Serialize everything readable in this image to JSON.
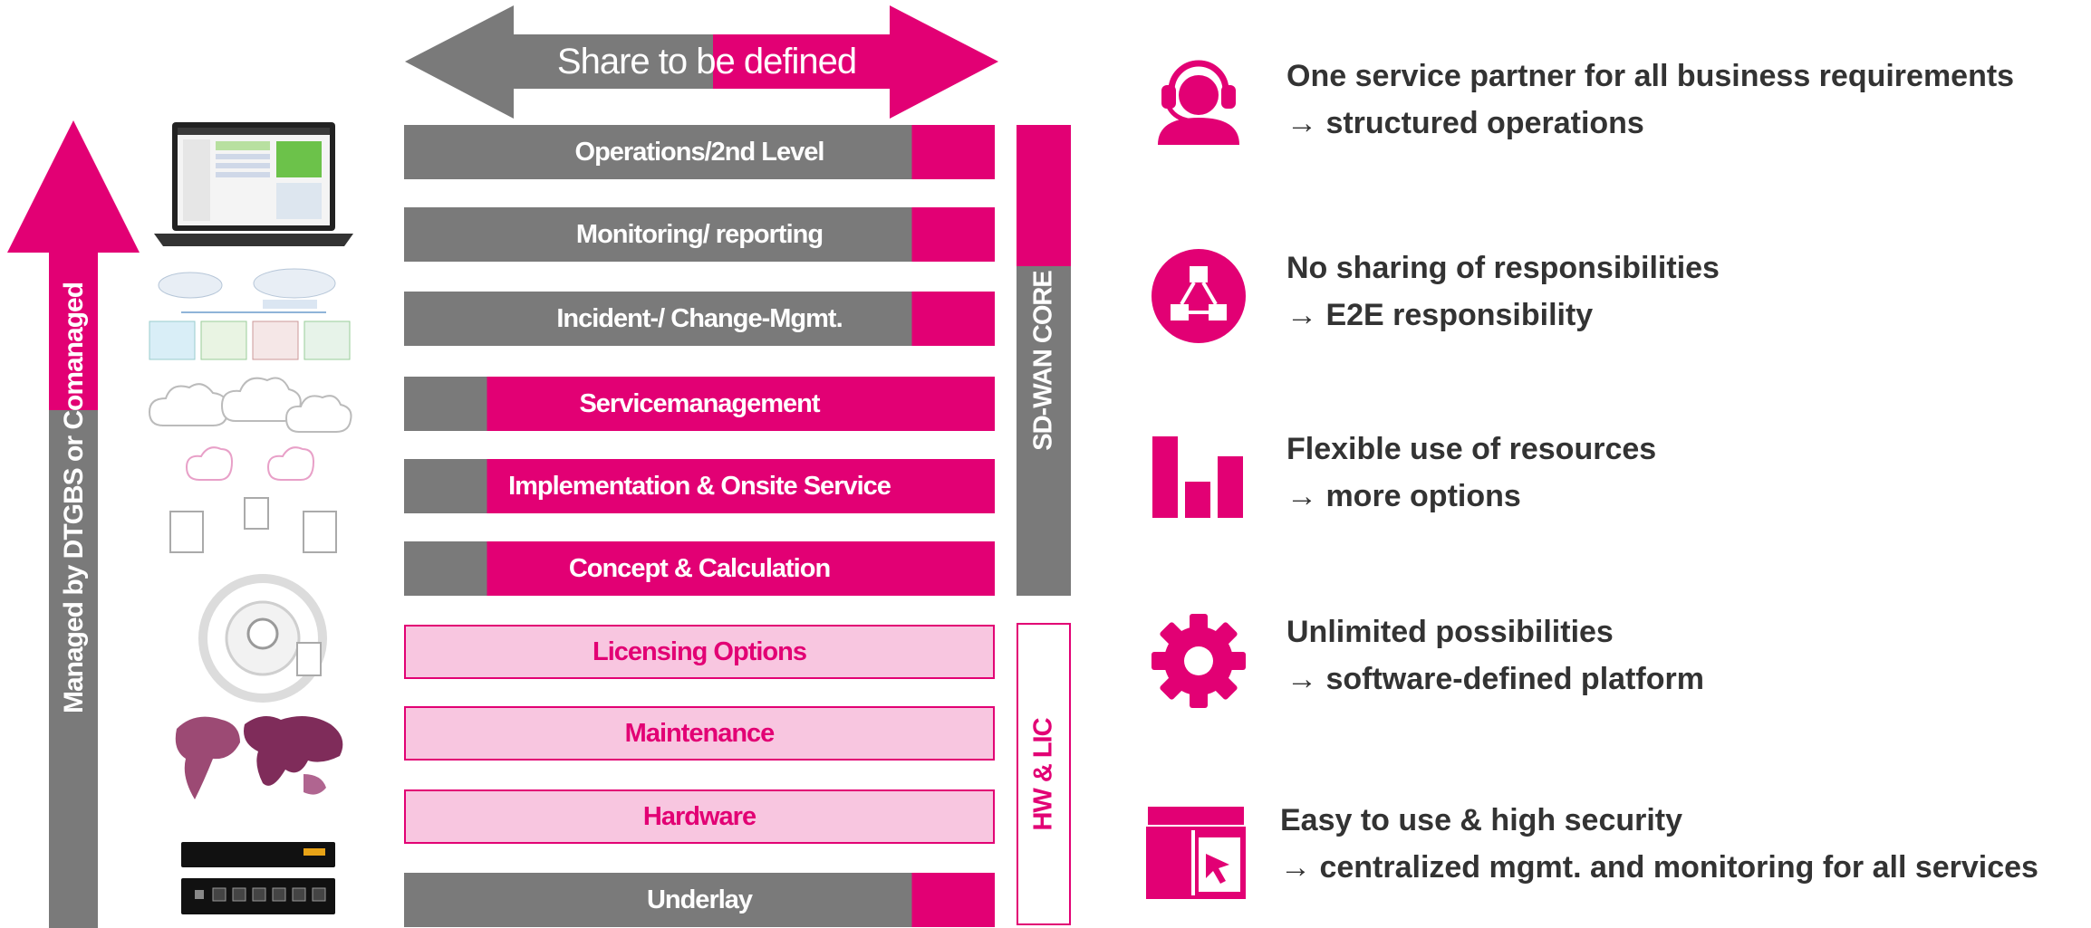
{
  "colors": {
    "magenta": "#e20074",
    "grey": "#7a7a7a",
    "light_pink": "#f8c6e0"
  },
  "header": {
    "share_label": "Share to be defined"
  },
  "left_arrow": {
    "label": "Managed by DTGBS or Comanaged"
  },
  "stack": [
    {
      "label": "Operations/2nd Level",
      "style": "dark"
    },
    {
      "label": "Monitoring/ reporting",
      "style": "dark"
    },
    {
      "label": "Incident-/ Change-Mgmt.",
      "style": "dark"
    },
    {
      "label": "Servicemanagement",
      "style": "mag"
    },
    {
      "label": "Implementation & Onsite Service",
      "style": "mag"
    },
    {
      "label": "Concept & Calculation",
      "style": "mag"
    },
    {
      "label": "Licensing Options",
      "style": "pink"
    },
    {
      "label": "Maintenance",
      "style": "pink"
    },
    {
      "label": "Hardware",
      "style": "pink"
    },
    {
      "label": "Underlay",
      "style": "dark"
    }
  ],
  "side_labels": {
    "core": "SD-WAN CORE",
    "hw": "HW & LIC"
  },
  "features": [
    {
      "icon": "headset-icon",
      "title": "One service partner for all business requirements",
      "subtitle": "→ structured operations"
    },
    {
      "icon": "network-icon",
      "title": "No sharing of responsibilities",
      "subtitle": "→ E2E responsibility"
    },
    {
      "icon": "bar-chart-icon",
      "title": "Flexible use of resources",
      "subtitle": "→ more options"
    },
    {
      "icon": "gear-icon",
      "title": "Unlimited possibilities",
      "subtitle": "→ software-defined platform"
    },
    {
      "icon": "browser-window-icon",
      "title": "Easy to use & high security",
      "subtitle": "→ centralized mgmt. and monitoring for all services"
    }
  ],
  "thumbnails": {
    "laptop": "laptop-dashboard-image",
    "topology": "network-topology-image",
    "clouds": "cloud-diagram-image",
    "lifecycle": "service-lifecycle-image",
    "map": "world-map-image",
    "appliance": "network-appliance-image"
  }
}
